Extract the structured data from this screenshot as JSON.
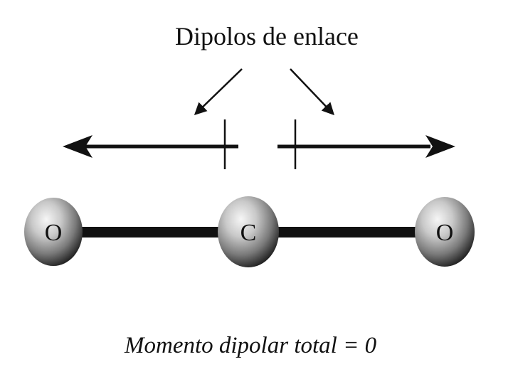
{
  "title": "Dipolos de enlace",
  "caption": "Momento dipolar total = 0",
  "atoms": [
    {
      "symbol": "O"
    },
    {
      "symbol": "C"
    },
    {
      "symbol": "O"
    }
  ],
  "colors": {
    "ink": "#111111",
    "atom_highlight": "#f4f4f4",
    "atom_mid": "#9a9a9a",
    "atom_shadow": "#1e1e1e",
    "background": "#ffffff"
  }
}
